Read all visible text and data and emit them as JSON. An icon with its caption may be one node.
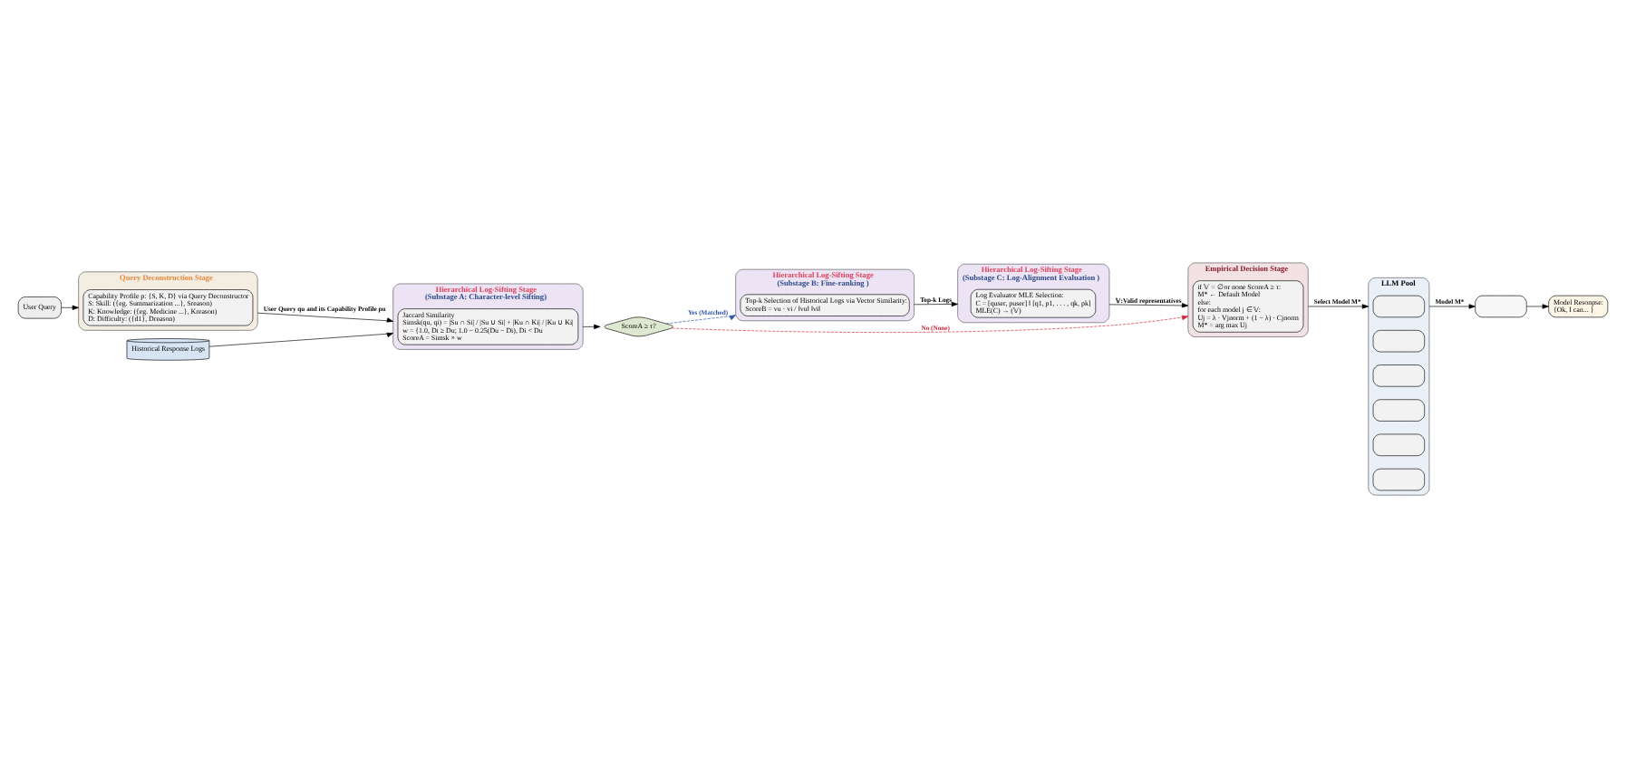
{
  "diagram": {
    "nodes": [
      {
        "text": [
          "User Query"
        ]
      },
      {
        "text": [
          "Query Deconstruction Stage"
        ]
      },
      {
        "text": [
          "Capability Profile p: {S, K, D} via Query Deconstructor",
          "S: Skill: ({eg. Summarization ...}, Sreason)",
          "K: Knowledge: ({eg. Medicine ...}, Kreason)",
          "D: Difficulty: ({d1}, Dreason)"
        ],
        "in": 1
      },
      {
        "text": [
          "Historical Response Logs"
        ]
      },
      {
        "text": [
          "Hierarchical Log-Sifting Stage",
          "(Substage A: Character-level Sifting)"
        ]
      },
      {
        "text": [
          "Jaccard Similarity",
          "Simsk(qu, qi) = |Su ∩ Si| / |Su ∪ Si| + |Ku ∩ Ki| / |Ku ∪ Ki|",
          "w = {1.0, Di ≥ Du; 1.0 − 0.25(Du − Di), Di < Du",
          "ScoreA = Simsk × w"
        ],
        "in": 4
      },
      {
        "text": [
          "ScoreA ≥ τ?"
        ]
      },
      {
        "text": [
          "LLM Pool"
        ]
      },
      {
        "text": [],
        "shape": "box",
        "in": 7
      },
      {
        "text": [],
        "shape": "box",
        "in": 7
      },
      {
        "text": [],
        "shape": "box",
        "in": 7
      },
      {
        "text": [],
        "shape": "box",
        "in": 7
      },
      {
        "text": [],
        "shape": "box",
        "in": 7
      },
      {
        "text": [],
        "shape": "box",
        "in": 7
      },
      {
        "text": [],
        "shape": "box"
      },
      {
        "text": [
          "Model Resonpse:",
          "{Ok, I can... }"
        ]
      },
      {
        "text": [
          "Hierarchical Log-Sifting Stage",
          "(Substage B: Fine-ranking )"
        ]
      },
      {
        "text": [
          "Top-k Selection of Historical Logs via Vector Similarity:",
          "ScoreB = vu · vi / ‖vu‖ ‖vi‖"
        ],
        "in": 16
      },
      {
        "text": [
          "Hierarchical Log-Sifting Stage",
          "(Substage C: Log-Alignment Evaluation )"
        ]
      },
      {
        "text": [
          "Log Evaluator MLE Selection:",
          "C = [quser, puser] ‖ [q1, p1, . . . , qk, pk]",
          "MLE(C) → (𝕍)"
        ],
        "in": 18
      },
      {
        "text": [
          "Empirical Decision Stage"
        ]
      },
      {
        "text": [
          "if 𝕍 = ∅ or none ScoreA ≥ τ:",
          "M* ← Default Model",
          "else:",
          "for each model j ∈ 𝕍:",
          "Uj = λ · Vjnorm + (1 − λ) · Cjnorm",
          "M* = arg max Uj"
        ],
        "in": 20
      }
    ],
    "edges": [
      {
        "from": 0,
        "to": 1,
        "arrow": "to"
      },
      {
        "from": 1,
        "to": 4,
        "arrow": "to",
        "label": "User Query qu and its Capability Profile pu"
      },
      {
        "from": 3,
        "to": 4,
        "arrow": "to"
      },
      {
        "from": 4,
        "to": 6,
        "arrow": "to"
      },
      {
        "from": 6,
        "to": 16,
        "arrow": "to",
        "label": "Yes (Matched)",
        "style": "dashed",
        "color": "#2f56a6"
      },
      {
        "from": 6,
        "to": 20,
        "arrow": "to",
        "label": "No (None)",
        "style": "dashed",
        "color": "#d0283c"
      },
      {
        "from": 16,
        "to": 18,
        "arrow": "to",
        "label": "Top-k Logs"
      },
      {
        "from": 18,
        "to": 20,
        "arrow": "to",
        "label": "𝕍:Valid representatives"
      },
      {
        "from": 20,
        "to": 7,
        "arrow": "to",
        "label": "Select Model M*"
      },
      {
        "from": 7,
        "to": 14,
        "arrow": "to",
        "label": "Model M*"
      },
      {
        "from": 14,
        "to": 15,
        "arrow": "to"
      }
    ]
  }
}
